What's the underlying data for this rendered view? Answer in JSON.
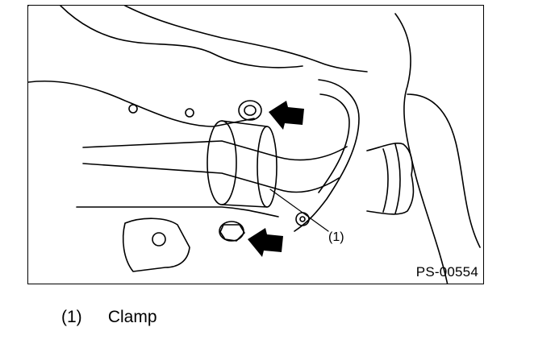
{
  "figure": {
    "code": "PS-00554",
    "callout": "(1)"
  },
  "legend": [
    {
      "num": "(1)",
      "label": "Clamp"
    }
  ],
  "colors": {
    "line": "#000000",
    "background": "#ffffff"
  }
}
